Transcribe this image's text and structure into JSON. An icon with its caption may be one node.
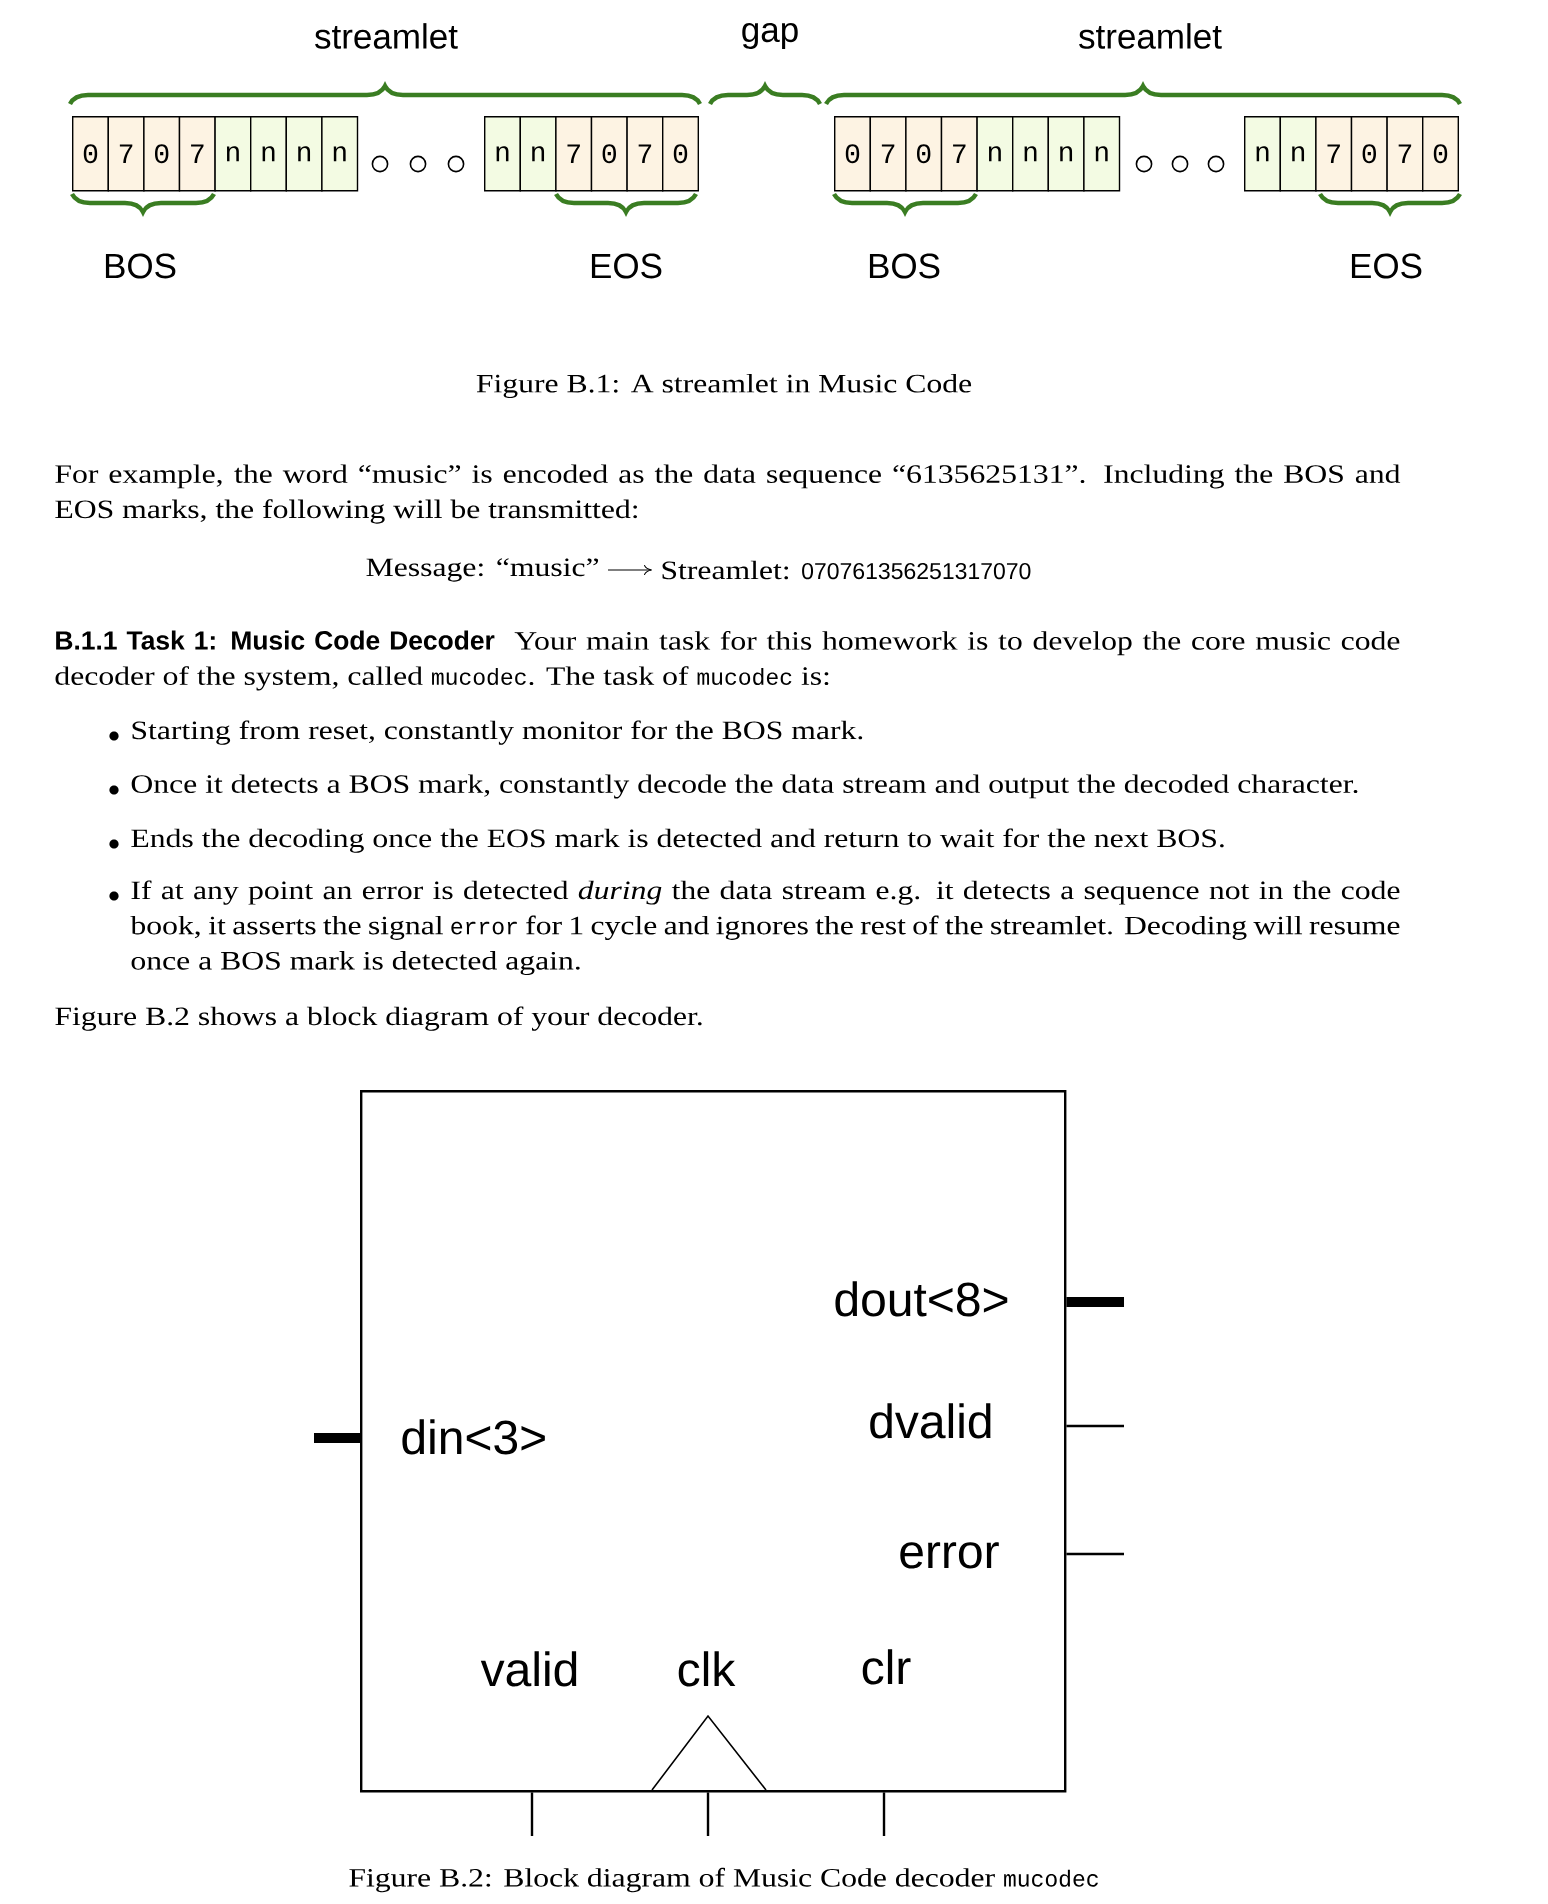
{
  "diagram": {
    "nodes": [
      {
        "text": [
          "0"
        ]
      },
      {
        "text": [
          "7"
        ]
      },
      {
        "text": [
          "0"
        ]
      },
      {
        "text": [
          "7"
        ]
      },
      {
        "text": [
          "n"
        ]
      },
      {
        "text": [
          "n"
        ]
      },
      {
        "text": [
          "n"
        ]
      },
      {
        "text": [
          "n"
        ]
      },
      {
        "text": [
          "n"
        ]
      },
      {
        "text": [
          "n"
        ]
      },
      {
        "text": [
          "7"
        ]
      },
      {
        "text": [
          "0"
        ]
      },
      {
        "text": [
          "7"
        ]
      },
      {
        "text": [
          "0"
        ]
      },
      {
        "text": [
          "0"
        ]
      },
      {
        "text": [
          "7"
        ]
      },
      {
        "text": [
          "0"
        ]
      },
      {
        "text": [
          "7"
        ]
      },
      {
        "text": [
          "n"
        ]
      },
      {
        "text": [
          "n"
        ]
      },
      {
        "text": [
          "n"
        ]
      },
      {
        "text": [
          "n"
        ]
      },
      {
        "text": [
          "n"
        ]
      },
      {
        "text": [
          "n"
        ]
      },
      {
        "text": [
          "7"
        ]
      },
      {
        "text": [
          "0"
        ]
      },
      {
        "text": [
          "7"
        ]
      },
      {
        "text": [
          "0"
        ]
      },
      {
        "text": [
          "dout<8>",
          "din<3>",
          "dvalid",
          "error",
          "valid",
          "clk",
          "clr"
        ]
      }
    ],
    "edges": [
      {
        "from": 28,
        "to": null,
        "arrow": "none",
        "style": "thick"
      },
      {
        "from": null,
        "to": 28,
        "arrow": "none",
        "style": "thick"
      },
      {
        "from": 28,
        "to": null,
        "arrow": "none"
      },
      {
        "from": 28,
        "to": null,
        "arrow": "none"
      },
      {
        "from": null,
        "to": 28,
        "arrow": "none"
      },
      {
        "from": null,
        "to": 28,
        "arrow": "none"
      },
      {
        "from": null,
        "to": 28,
        "arrow": "none"
      }
    ],
    "labels": [
      "streamlet",
      "gap",
      "streamlet",
      "BOS",
      "EOS",
      "BOS",
      "EOS",
      "Figure B.1: A streamlet in Music Code",
      "For example, the word “music” is encoded as the data sequence “6135625131”. Including the BOS and EOS marks, the following will be transmitted:",
      "Message: “music”",
      "Streamlet:",
      "070761356251317070",
      "B.1.1 Task 1: Music Code Decoder",
      "Your main task for this homework is to develop the core music code decoder of the system, called",
      "mucodec",
      ". The task of",
      "mucodec",
      "is:",
      "Starting from reset, constantly monitor for the BOS mark.",
      "Once it detects a BOS mark, constantly decode the data stream and output the decoded character.",
      "Ends the decoding once the EOS mark is detected and return to wait for the next BOS.",
      "If at any point an error is detected *during* the data stream e.g. it detects a sequence not in the code book, it asserts the signal",
      "error",
      "for 1 cycle and ignores the rest of the streamlet. Decoding will resume once a BOS mark is detected again.",
      "Figure B.2 shows a block diagram of your decoder.",
      "Figure B.2: Block diagram of Music Code decoder",
      "mucodec"
    ]
  }
}
